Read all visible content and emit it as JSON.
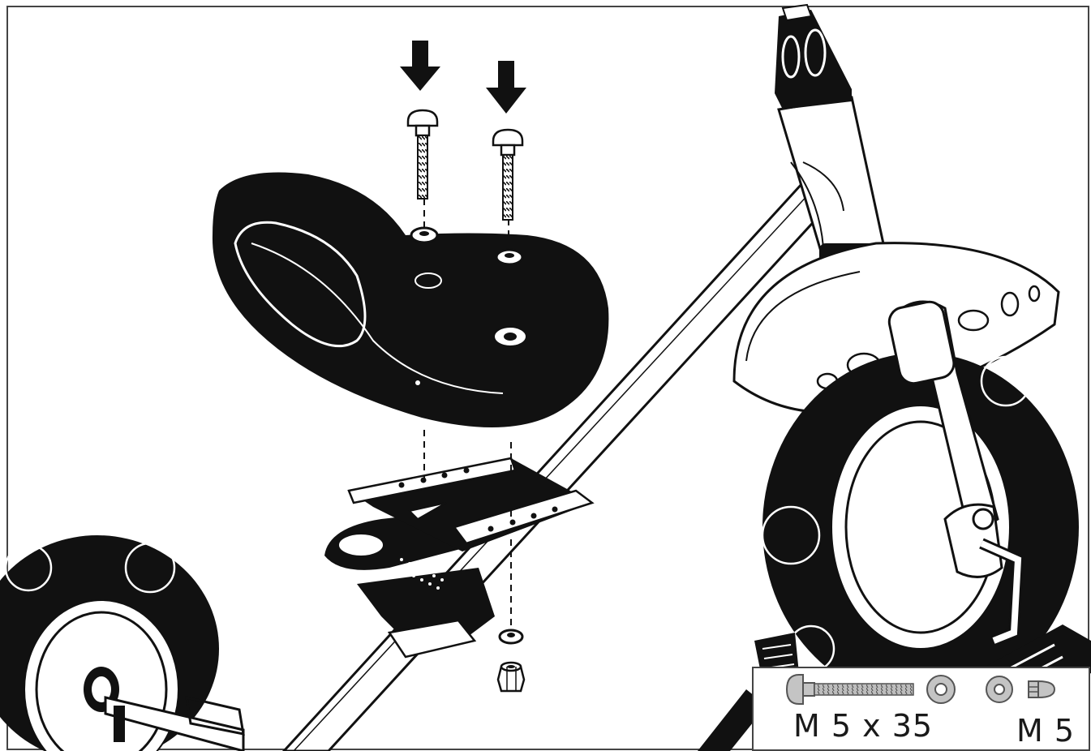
{
  "figure": {
    "type": "assembly-instruction",
    "colors": {
      "ink": "#111111",
      "paper": "#ffffff",
      "grey": "#9a9a9a"
    },
    "icons": [
      "arrow-down-icon",
      "carriage-bolt-icon",
      "washer-icon",
      "nut-icon"
    ]
  },
  "hardware_panel": {
    "bolt_label": "M 5 x 35",
    "nut_label": "M 5"
  }
}
